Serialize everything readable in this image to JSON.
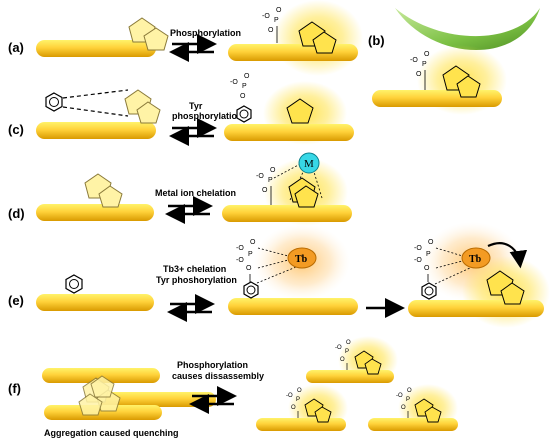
{
  "panels": {
    "a": "(a)",
    "b": "(b)",
    "c": "(c)",
    "d": "(d)",
    "e": "(e)",
    "f": "(f)"
  },
  "labels": {
    "a_reaction": "Phosphorylation",
    "c_reaction_line1": "Tyr",
    "c_reaction_line2": "phosphorylation",
    "d_reaction": "Metal ion chelation",
    "e_reaction_line1": "Tb3+ chelation",
    "e_reaction_line2": "Tyr phoshorylation",
    "f_reaction_line1": "Phosphorylation",
    "f_reaction_line2": "causes dissassembly",
    "f_caption": "Aggregation caused quenching",
    "metal_symbol": "M",
    "terbium_symbol": "Tb"
  },
  "chem": {
    "phosphate_o": "O",
    "phosphate_p": "P",
    "phosphate_o_minus": "-O",
    "phosphate_o_minus2": "O-"
  },
  "colors": {
    "rod_light": "#fff36a",
    "rod_mid": "#ffd23a",
    "rod_dark": "#e0a800",
    "glow": "#ffe34d",
    "pentagon_fill": "#fff3a6",
    "pentagon_stroke": "#8a7a3a",
    "metal_fill": "#37d7e6",
    "tb_fill": "#f39b23",
    "tb_glow": "#ffcc66",
    "leaf_fill": "#7bc043"
  }
}
